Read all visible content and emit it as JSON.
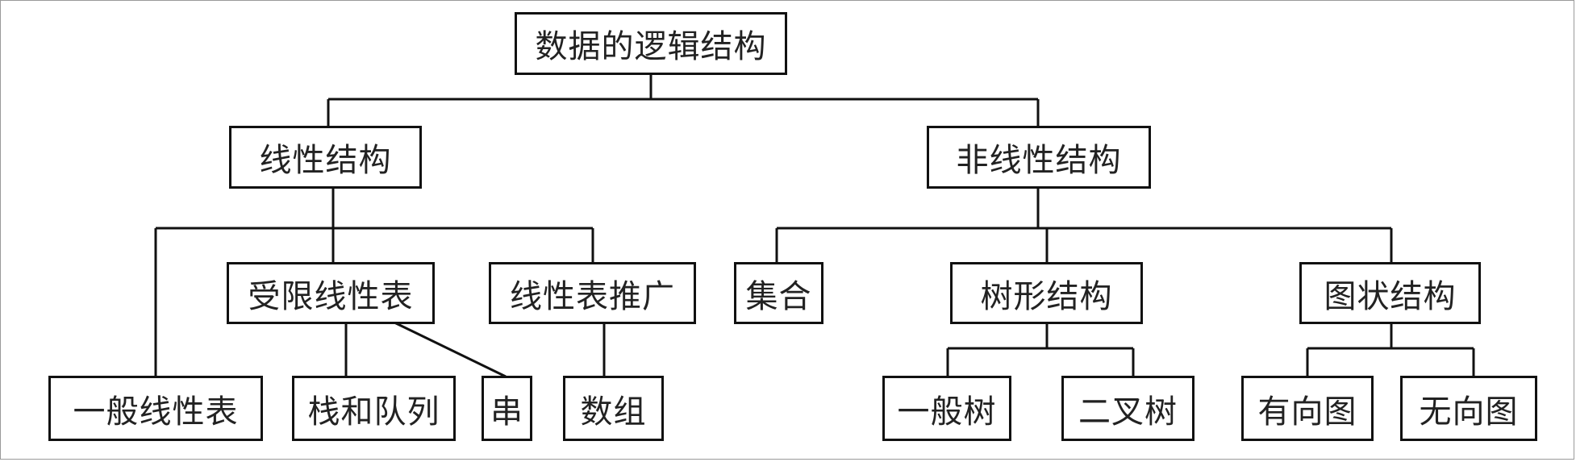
{
  "diagram": {
    "root": "数据的逻辑结构",
    "linear": "线性结构",
    "nonlinear": "非线性结构",
    "restricted_list": "受限线性表",
    "list_generalization": "线性表推广",
    "set": "集合",
    "tree_structure": "树形结构",
    "graph_structure": "图状结构",
    "general_list": "一般线性表",
    "stack_queue": "栈和队列",
    "string": "串",
    "array": "数组",
    "general_tree": "一般树",
    "binary_tree": "二叉树",
    "directed_graph": "有向图",
    "undirected_graph": "无向图"
  }
}
